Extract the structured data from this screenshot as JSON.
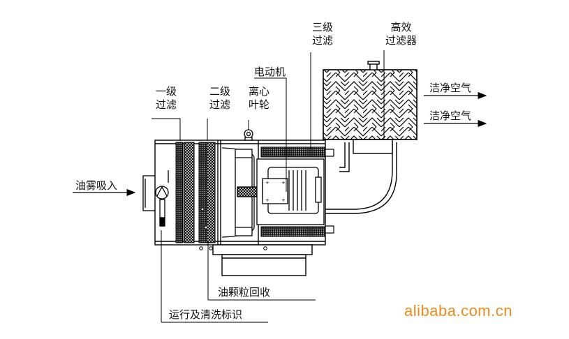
{
  "labels": {
    "stage1": [
      "一级",
      "过滤"
    ],
    "stage2": [
      "二级",
      "过滤"
    ],
    "impeller": [
      "离心",
      "叶轮"
    ],
    "motor": "电动机",
    "stage3": [
      "三级",
      "过滤"
    ],
    "hepa": [
      "高效",
      "过滤器"
    ],
    "clean_air_1": "洁净空气",
    "clean_air_2": "洁净空气",
    "intake": "油雾吸入",
    "oil_recovery": "油颗粒回收",
    "indicator": "运行及清洗标识"
  },
  "watermark": "alibaba.com.cn",
  "colors": {
    "watermark": "#f08a1c",
    "line": "#111111"
  }
}
